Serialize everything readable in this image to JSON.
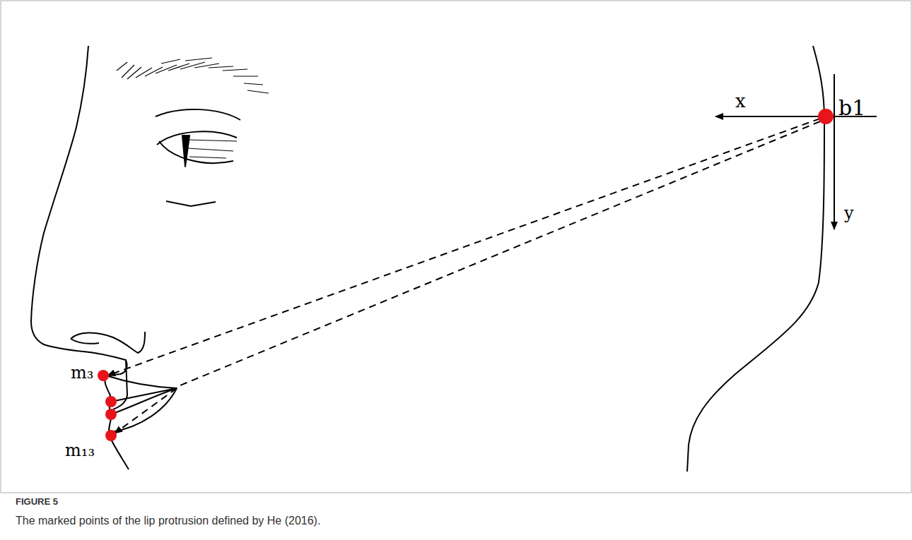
{
  "diagram": {
    "caption": "The marked points of the lip protrusion defined by He (2016).",
    "labels": [
      "FIGURE 5",
      "x",
      "b1",
      "y",
      "m₃",
      "m₁₃"
    ]
  }
}
